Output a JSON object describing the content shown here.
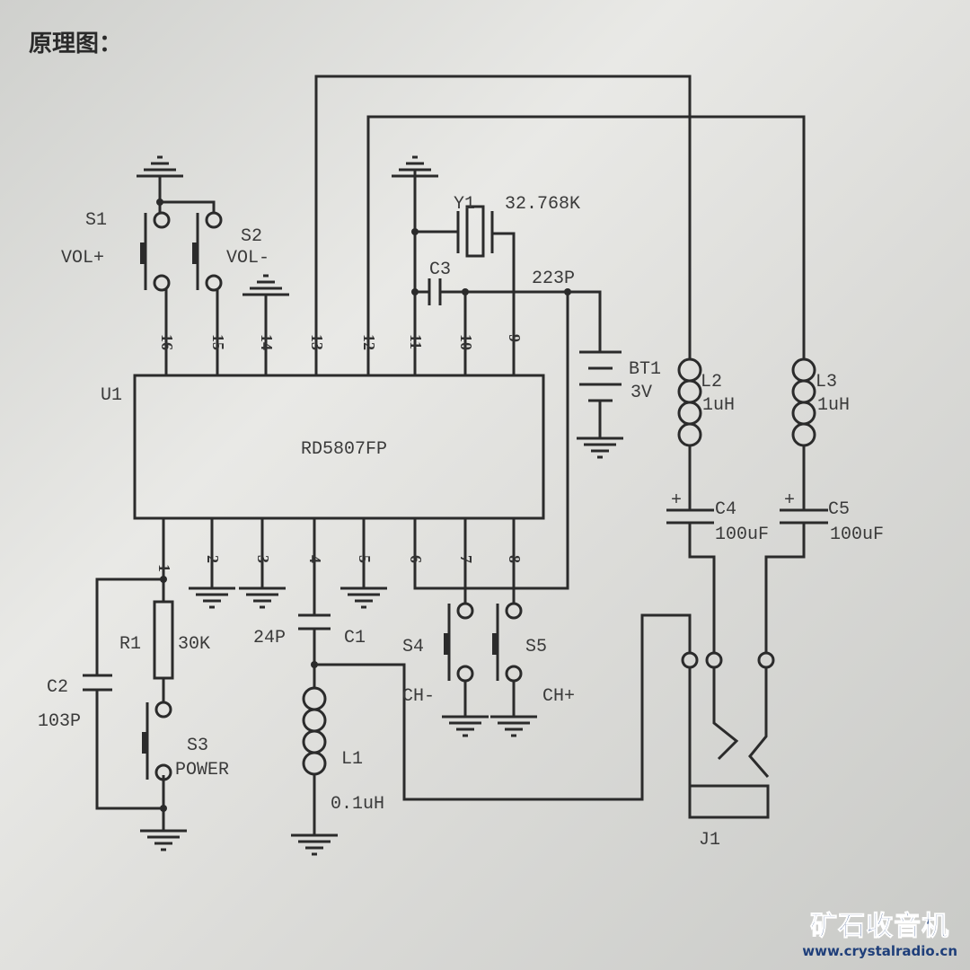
{
  "title": "原理图：",
  "ic": {
    "ref": "U1",
    "part": "RD5807FP",
    "top_pins": [
      "16",
      "15",
      "14",
      "13",
      "12",
      "11",
      "10",
      "9"
    ],
    "bottom_pins": [
      "1",
      "2",
      "3",
      "4",
      "5",
      "6",
      "7",
      "8"
    ]
  },
  "components": {
    "s1": "S1",
    "s1_fn": "VOL+",
    "s2": "S2",
    "s2_fn": "VOL-",
    "y1": "Y1",
    "y1_val": "32.768K",
    "c3": "C3",
    "c3_val": "223P",
    "bt1": "BT1",
    "bt1_val": "3V",
    "l2": "L2",
    "l2_val": "1uH",
    "l3": "L3",
    "l3_val": "1uH",
    "c4": "C4",
    "c4_val": "100uF",
    "c5": "C5",
    "c5_val": "100uF",
    "r1": "R1",
    "r1_val": "30K",
    "c2": "C2",
    "c2_val": "103P",
    "s3": "S3",
    "s3_fn": "POWER",
    "c1": "C1",
    "c1_val": "24P",
    "l1": "L1",
    "l1_val": "0.1uH",
    "s4": "S4",
    "s4_fn": "CH-",
    "s5": "S5",
    "s5_fn": "CH+",
    "j1": "J1",
    "plus": "+"
  },
  "watermark": {
    "name": "矿石收音机",
    "url": "www.crystalradio.cn"
  }
}
